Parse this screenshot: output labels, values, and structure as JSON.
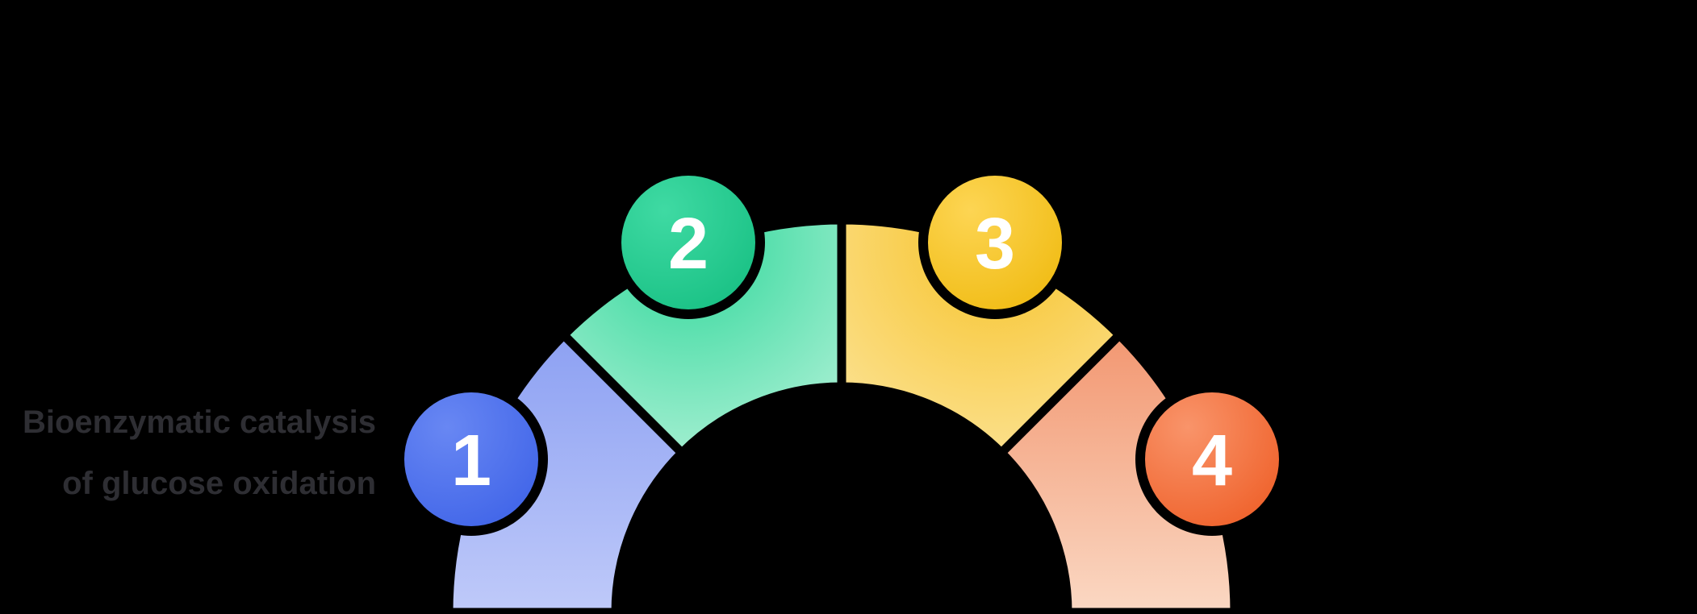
{
  "background": "#000000",
  "label": {
    "lines": [
      "Bioenzymatic catalysis",
      "of glucose oxidation"
    ],
    "color": "#2E2E33"
  },
  "badge_number_color": "#FFFFFF",
  "divider_color": "#000000",
  "steps": [
    {
      "number": "1",
      "badge_gradient": {
        "from": "#6887F3",
        "to": "#3C61E7"
      },
      "segment_gradient": {
        "from": "#8CA0F2",
        "to": "#C2CCFA"
      }
    },
    {
      "number": "2",
      "badge_gradient": {
        "from": "#3FDAA3",
        "to": "#15BE81"
      },
      "segment_gradient": {
        "from": "#2FD79A",
        "to": "#BDF4DD"
      }
    },
    {
      "number": "3",
      "badge_gradient": {
        "from": "#FDD553",
        "to": "#EFB90D"
      },
      "segment_gradient": {
        "from": "#F7C32A",
        "to": "#FCE7A4"
      }
    },
    {
      "number": "4",
      "badge_gradient": {
        "from": "#F9946A",
        "to": "#EE5C24"
      },
      "segment_gradient": {
        "from": "#F29670",
        "to": "#FBDCC8"
      }
    }
  ]
}
